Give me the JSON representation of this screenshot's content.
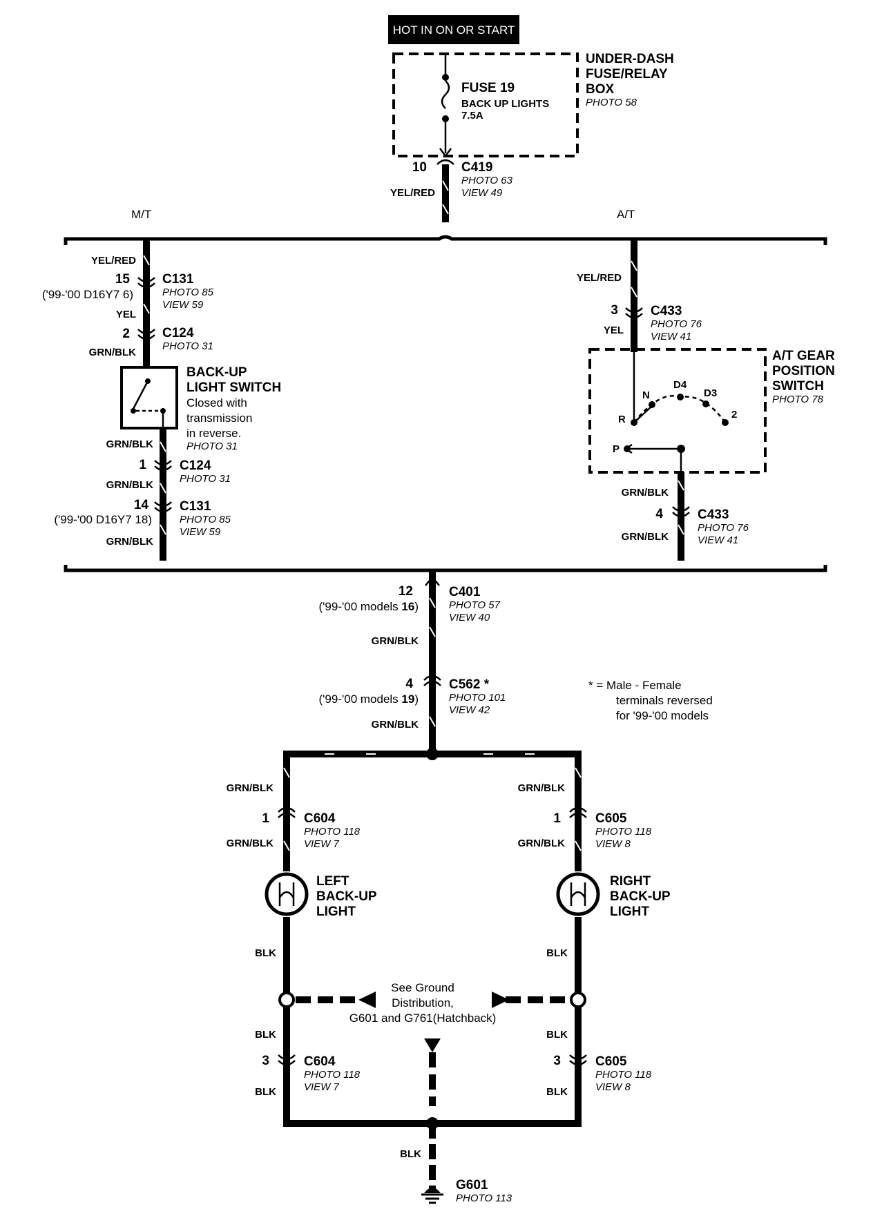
{
  "header": {
    "hot_label": "HOT IN ON OR START"
  },
  "fuse_box": {
    "fuse": "FUSE 19",
    "fuse_desc": "BACK UP LIGHTS",
    "fuse_amp": "7.5A",
    "name_1": "UNDER-DASH",
    "name_2": "FUSE/RELAY",
    "name_3": "BOX",
    "photo": "PHOTO 58"
  },
  "c419": {
    "pin": "10",
    "name": "C419",
    "photo": "PHOTO 63",
    "view": "VIEW 49",
    "wire": "YEL/RED"
  },
  "branches": {
    "mt": "M/T",
    "at": "A/T"
  },
  "mt": {
    "wire_1": "YEL/RED",
    "c131_pin": "15",
    "c131_alt": "('99-'00 D16Y7 6)",
    "c131_name": "C131",
    "c131_photo": "PHOTO 85",
    "c131_view": "VIEW 59",
    "wire_2": "YEL",
    "c124_pin": "2",
    "c124_name": "C124",
    "c124_photo": "PHOTO 31",
    "wire_3": "GRN/BLK",
    "switch_1": "BACK-UP",
    "switch_2": "LIGHT SWITCH",
    "switch_3": "Closed with",
    "switch_4": "transmission",
    "switch_5": "in reverse.",
    "switch_photo": "PHOTO 31",
    "wire_4": "GRN/BLK",
    "c124b_pin": "1",
    "c124b_name": "C124",
    "c124b_photo": "PHOTO 31",
    "wire_5": "GRN/BLK",
    "c131b_pin": "14",
    "c131b_alt": "('99-'00 D16Y7 18)",
    "c131b_name": "C131",
    "c131b_photo": "PHOTO 85",
    "c131b_view": "VIEW 59",
    "wire_6": "GRN/BLK"
  },
  "at": {
    "wire_1": "YEL/RED",
    "c433_pin": "3",
    "c433_name": "C433",
    "c433_photo": "PHOTO 76",
    "c433_view": "VIEW 41",
    "wire_2": "YEL",
    "switch_1": "A/T GEAR",
    "switch_2": "POSITION",
    "switch_3": "SWITCH",
    "switch_photo": "PHOTO 78",
    "pos_n": "N",
    "pos_d4": "D4",
    "pos_d3": "D3",
    "pos_r": "R",
    "pos_2": "2",
    "pos_p": "P",
    "wire_3": "GRN/BLK",
    "c433b_pin": "4",
    "c433b_name": "C433",
    "c433b_photo": "PHOTO 76",
    "c433b_view": "VIEW 41",
    "wire_4": "GRN/BLK"
  },
  "lower": {
    "c401_pin": "12",
    "c401_alt_pre": "('99-'00 models ",
    "c401_alt_num": "16",
    "c401_alt_post": ")",
    "c401_name": "C401",
    "c401_photo": "PHOTO 57",
    "c401_view": "VIEW 40",
    "wire_1": "GRN/BLK",
    "c562_pin": "4",
    "c562_alt_pre": "('99-'00 models ",
    "c562_alt_num": "19",
    "c562_alt_post": ")",
    "c562_name": "C562 *",
    "c562_photo": "PHOTO 101",
    "c562_view": "VIEW 42",
    "wire_2": "GRN/BLK",
    "note_1": "* = Male - Female",
    "note_2": "terminals reversed",
    "note_3": "for '99-'00 models"
  },
  "left": {
    "wire_1": "GRN/BLK",
    "c604_pin": "1",
    "c604_name": "C604",
    "c604_photo": "PHOTO 118",
    "c604_view": "VIEW 7",
    "wire_2": "GRN/BLK",
    "light_1": "LEFT",
    "light_2": "BACK-UP",
    "light_3": "LIGHT",
    "wire_3": "BLK",
    "wire_4": "BLK",
    "c604b_pin": "3",
    "c604b_name": "C604",
    "c604b_photo": "PHOTO 118",
    "c604b_view": "VIEW 7",
    "wire_5": "BLK"
  },
  "right": {
    "wire_1": "GRN/BLK",
    "c605_pin": "1",
    "c605_name": "C605",
    "c605_photo": "PHOTO 118",
    "c605_view": "VIEW 8",
    "wire_2": "GRN/BLK",
    "light_1": "RIGHT",
    "light_2": "BACK-UP",
    "light_3": "LIGHT",
    "wire_3": "BLK",
    "wire_4": "BLK",
    "c605b_pin": "3",
    "c605b_name": "C605",
    "c605b_photo": "PHOTO 118",
    "c605b_view": "VIEW 8",
    "wire_5": "BLK"
  },
  "ground": {
    "see_1": "See Ground",
    "see_2": "Distribution,",
    "see_3": "G601 and G761(Hatchback)",
    "wire": "BLK",
    "name": "G601",
    "photo": "PHOTO 113"
  }
}
